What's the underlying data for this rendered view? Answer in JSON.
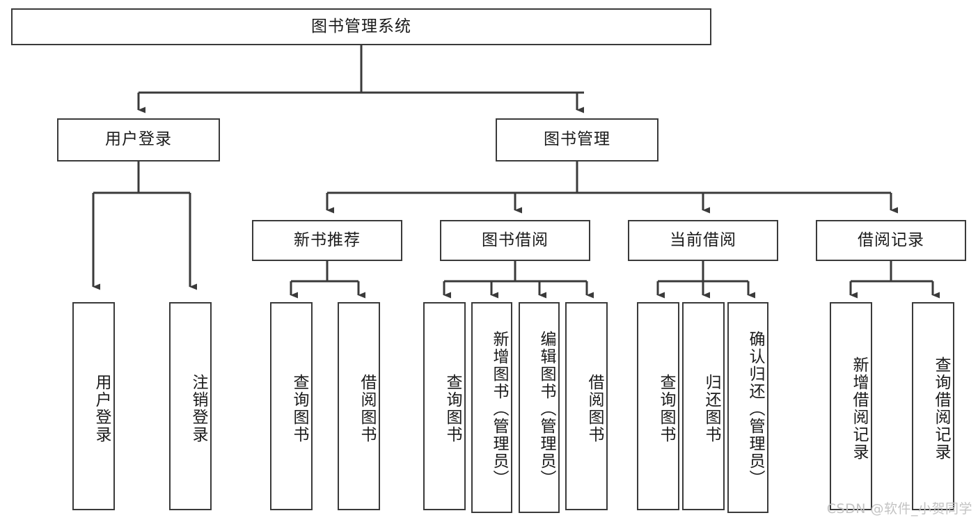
{
  "diagram": {
    "title": "图书管理系统",
    "watermark": "CSDN @软件_小贺同学",
    "line_color": "#3a3a3a",
    "text_color": "#1a1a1a",
    "background": "#ffffff",
    "root": {
      "label": "图书管理系统"
    },
    "level1": [
      {
        "label": "用户登录"
      },
      {
        "label": "图书管理"
      }
    ],
    "level2": [
      {
        "label": "新书推荐"
      },
      {
        "label": "图书借阅"
      },
      {
        "label": "当前借阅"
      },
      {
        "label": "借阅记录"
      }
    ],
    "leaves": {
      "user_login": [
        {
          "label": "用户登录"
        },
        {
          "label": "注销登录"
        }
      ],
      "new_book_recommend": [
        {
          "label": "查询图书"
        },
        {
          "label": "借阅图书"
        }
      ],
      "book_borrow": [
        {
          "label": "查询图书"
        },
        {
          "label": "新增图书（管理员）"
        },
        {
          "label": "编辑图书（管理员）"
        },
        {
          "label": "借阅图书"
        }
      ],
      "current_borrow": [
        {
          "label": "查询图书"
        },
        {
          "label": "归还图书"
        },
        {
          "label": "确认归还（管理员）"
        }
      ],
      "borrow_records": [
        {
          "label": "新增借阅记录"
        },
        {
          "label": "查询借阅记录"
        }
      ]
    }
  }
}
